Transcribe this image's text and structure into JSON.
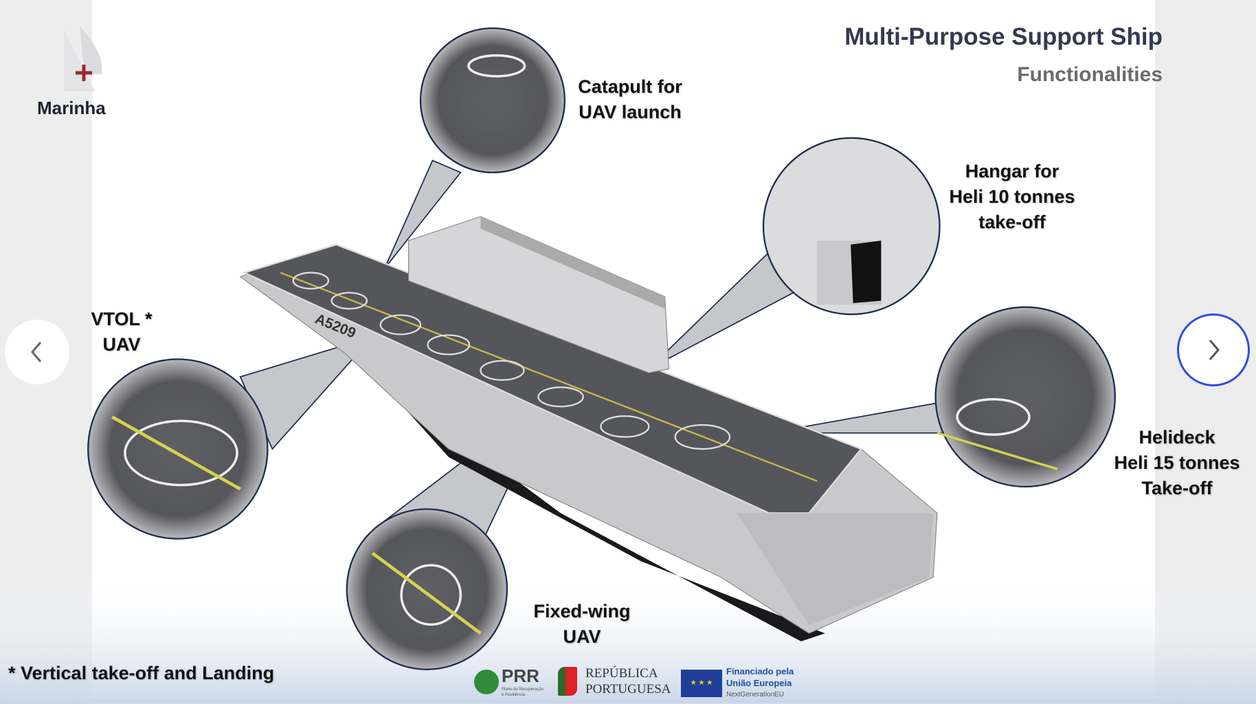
{
  "brand": {
    "logo_text": "Marinha"
  },
  "header": {
    "title": "Multi-Purpose Support Ship",
    "subtitle": "Functionalities"
  },
  "callouts": {
    "catapult": [
      "Catapult for",
      "UAV launch"
    ],
    "hangar": [
      "Hangar for",
      "Heli 10 tonnes",
      "take-off"
    ],
    "vtol": [
      "VTOL *",
      "UAV"
    ],
    "helideck": [
      "Helideck",
      "Heli 15 tonnes",
      "Take-off"
    ],
    "fixed_wing": [
      "Fixed-wing",
      "UAV"
    ]
  },
  "ship": {
    "hull_number": "A5209"
  },
  "footnote": "* Vertical take-off and Landing",
  "sponsors": {
    "prr": {
      "name": "PRR",
      "sub": "Plano de Recuperação e Resiliência"
    },
    "republica": [
      "REPÚBLICA",
      "PORTUGUESA"
    ],
    "eu": [
      "Financiado pela",
      "União Europeia",
      "NextGenerationEU"
    ]
  },
  "nav": {
    "prev_icon": "chevron-left-icon",
    "next_icon": "chevron-right-icon",
    "accent": "#2f4de0"
  }
}
